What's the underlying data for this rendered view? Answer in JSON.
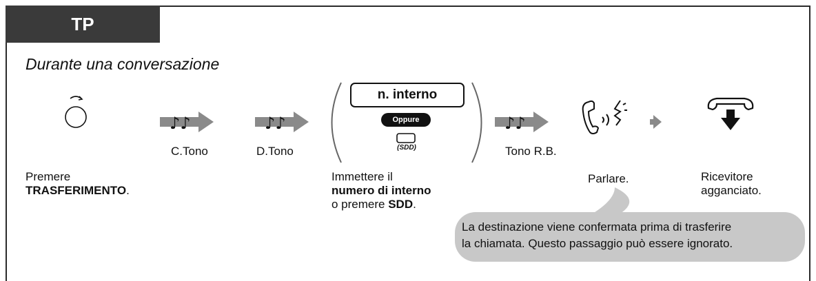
{
  "header": {
    "tab": "TP"
  },
  "context": "Durante una conversazione",
  "steps": {
    "press_label_1": "Premere",
    "press_label_2": "TRASFERIMENTO",
    "press_label_end": ".",
    "dial_tone_label": "C.Tono",
    "dial_tone2_label": "D.Tono",
    "ext_box_label": "n. interno",
    "or_label": "Oppure",
    "sdd_label": "(SDD)",
    "enter_line1": "Immettere il",
    "enter_line2": "numero di interno",
    "enter_line3_pre": "o premere ",
    "enter_line3_bold": "SDD",
    "enter_line3_end": ".",
    "ringback_label": "Tono R.B.",
    "talk_label": "Parlare.",
    "hangup_line1": "Ricevitore",
    "hangup_line2": "agganciato."
  },
  "note": {
    "line1": "La destinazione viene confermata prima di trasferire",
    "line2": "la chiamata. Questo passaggio può essere ignorato."
  },
  "colors": {
    "tab_bg": "#3a3a3a",
    "arrow": "#8a8a8a",
    "bubble": "#c8c8c8"
  }
}
